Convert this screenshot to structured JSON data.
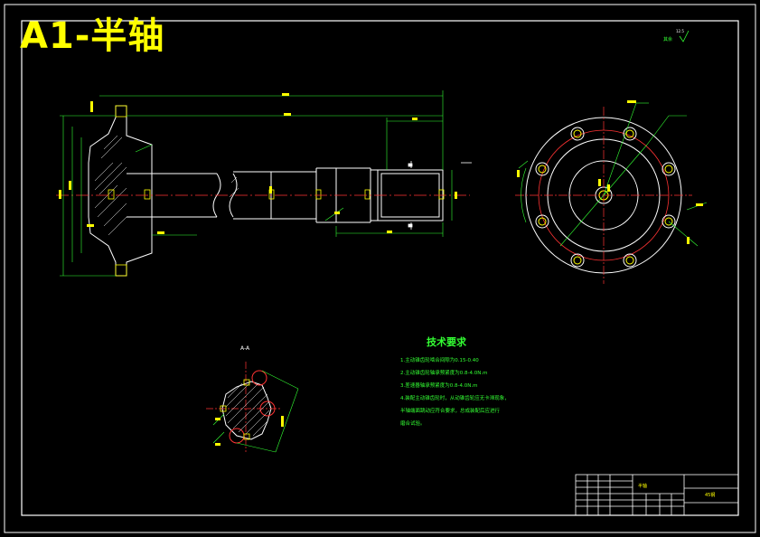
{
  "drawing": {
    "title": "A1-半轴",
    "section_label": "A-A",
    "roughness_note": "其余",
    "roughness_value": "12.5"
  },
  "tech_requirements": {
    "heading": "技术要求",
    "items": [
      "1.主动锥齿轮啮合间隙为0.15-0.40",
      "2.主动锥齿轮轴承预紧度为0.8-4.0N.m",
      "3.差速器轴承预紧度为0.8-4.0N.m",
      "4.装配主动锥齿轮时，从动锥齿轮应无卡滞现象，",
      "半轴端面跳动应符合要求，总成装配后应进行",
      "磨合试验。"
    ]
  },
  "title_block": {
    "part_name": "半轴",
    "material": "45钢"
  },
  "colors": {
    "background": "#000000",
    "outline": "#ffffff",
    "dimension": "#33ff33",
    "centerline": "#ff3333",
    "annotation": "#ffff00",
    "hidden": "#ff3333"
  }
}
